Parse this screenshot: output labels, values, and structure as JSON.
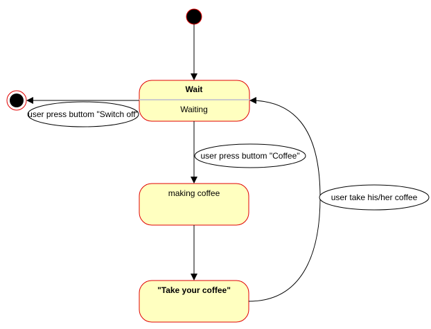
{
  "colors": {
    "state_fill": "#FFFFC0",
    "state_stroke": "#E00000",
    "node_fill": "#000000",
    "edge_stroke": "#000000",
    "label_fill": "#FFFFFF",
    "divider": "#CCCCCC"
  },
  "states": {
    "wait": {
      "title": "Wait",
      "activity": "Waiting"
    },
    "making_coffee": {
      "title": "making coffee"
    },
    "take_coffee": {
      "title": "\"Take your coffee\""
    }
  },
  "transitions": {
    "switch_off": "user press buttom \"Switch off\"",
    "coffee": "user press buttom \"Coffee\"",
    "take_back": "user take his/her coffee"
  }
}
